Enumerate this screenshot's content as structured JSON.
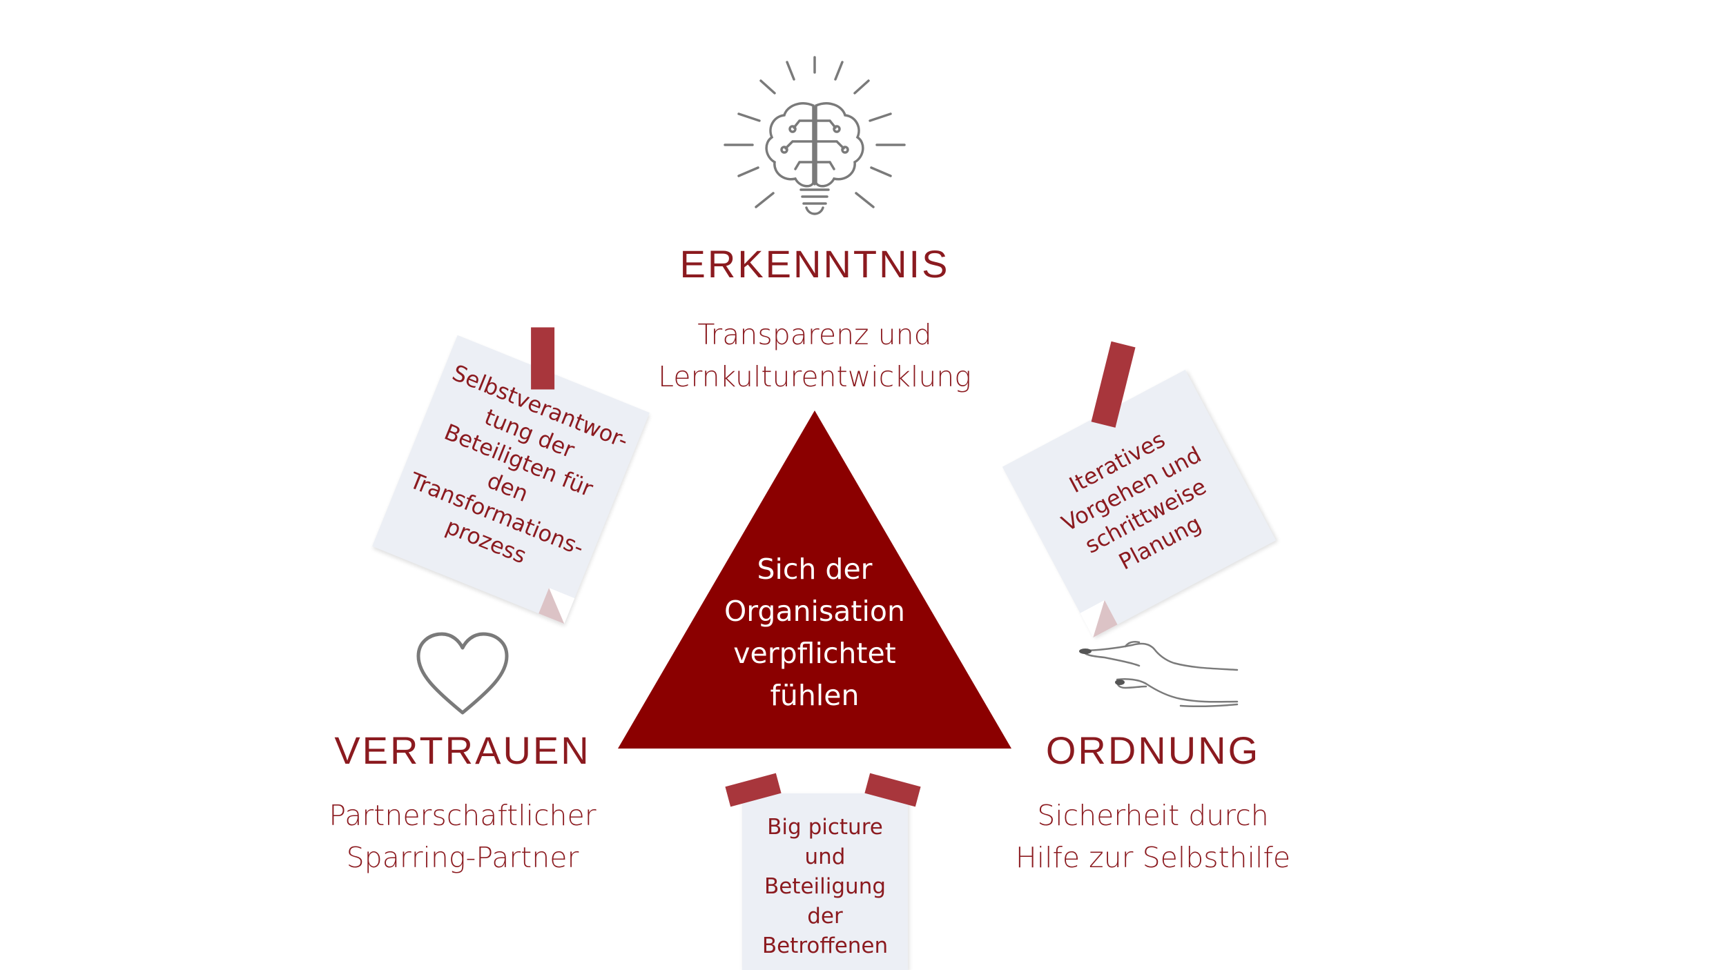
{
  "center": {
    "lines": [
      "Sich der",
      "Organisation",
      "verpflichtet",
      "fühlen"
    ]
  },
  "top": {
    "heading": "ERKENNTNIS",
    "sub": [
      "Transparenz und",
      "Lernkulturentwicklung"
    ],
    "icon": "brain-lightbulb-icon"
  },
  "left": {
    "heading": "VERTRAUEN",
    "sub": [
      "Partnerschaftlicher",
      "Sparring-Partner"
    ],
    "icon": "heart-icon"
  },
  "right": {
    "heading": "ORDNUNG",
    "sub": [
      "Sicherheit durch",
      "Hilfe zur Selbsthilfe"
    ],
    "icon": "hand-icon"
  },
  "notes": {
    "left": [
      "Selbstverantwor-",
      "tung der",
      "Beteiligten für",
      "den",
      "Transformations-",
      "prozess"
    ],
    "right": [
      "Iteratives",
      "Vorgehen und",
      "schrittweise",
      "Planung"
    ],
    "bottom": [
      "Big picture",
      "und",
      "Beteiligung",
      "der",
      "Betroffenen"
    ]
  },
  "colors": {
    "accent": "#8b1a1f",
    "triangle": "#8b0000",
    "note": "#eceff5",
    "tape": "#a8363c",
    "icon": "#7a7a7a"
  }
}
